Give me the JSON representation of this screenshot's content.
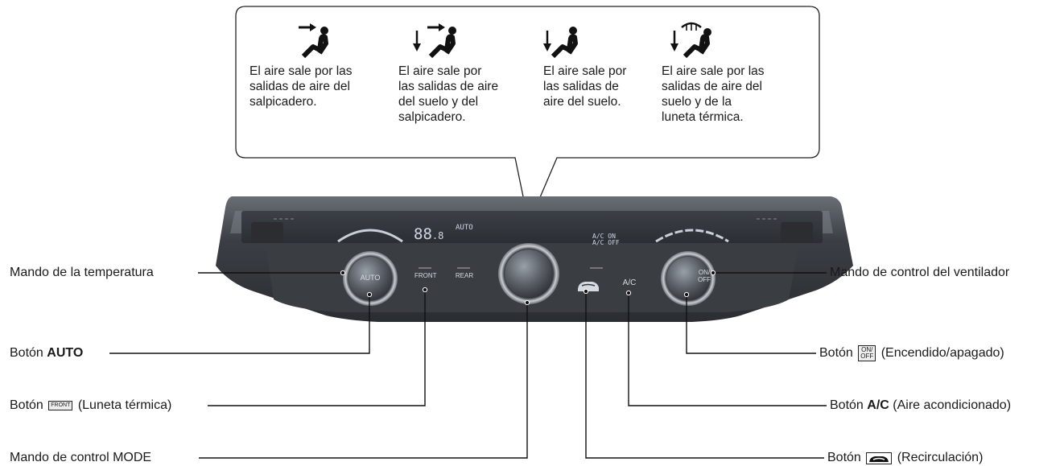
{
  "callout": {
    "modes": [
      {
        "icon": "dashboard-vent-mode-icon",
        "lines": [
          "El aire sale por las",
          "salidas de aire del",
          "salpicadero."
        ]
      },
      {
        "icon": "floor-dashboard-vent-mode-icon",
        "lines": [
          "El aire sale por",
          "las salidas de aire",
          "del suelo y del",
          "salpicadero."
        ]
      },
      {
        "icon": "floor-vent-mode-icon",
        "lines": [
          "El aire sale por",
          "las salidas de",
          "aire del suelo."
        ]
      },
      {
        "icon": "floor-defrost-mode-icon",
        "lines": [
          "El aire sale por las",
          "salidas de aire del",
          "suelo y de la",
          "luneta térmica."
        ]
      }
    ]
  },
  "panel": {
    "display_temp": "88",
    "display_temp_small": ".8",
    "display_auto": "AUTO",
    "display_ac_on": "A/C ON",
    "display_ac_off": "A/C OFF",
    "left_knob_label": "AUTO",
    "front_defrost_label": "FRONT",
    "rear_defrost_label": "REAR",
    "ac_label": "A/C",
    "fan_on_label": "ON/",
    "fan_off_label": "OFF"
  },
  "labels": {
    "temp_knob": "Mando de la temperatura",
    "auto_prefix": "Botón ",
    "auto_bold": "AUTO",
    "defrost_prefix": "Botón ",
    "defrost_icon_text": "FRONT",
    "defrost_suffix": " (Luneta térmica)",
    "mode_knob": "Mando de control MODE",
    "fan_knob": "Mando de control del ventilador",
    "fan_btn_prefix": "Botón ",
    "fan_btn_icon_on": "ON/",
    "fan_btn_icon_off": "OFF",
    "fan_btn_suffix": " (Encendido/apagado)",
    "ac_prefix": "Botón ",
    "ac_bold": "A/C",
    "ac_suffix": " (Aire acondicionado)",
    "recirc_prefix": "Botón ",
    "recirc_suffix": " (Recirculación)"
  },
  "colors": {
    "panel_dark": "#2f3237",
    "panel_mid": "#4a4e55",
    "trim": "#8d9299",
    "display_glass": "#e9ecef"
  }
}
